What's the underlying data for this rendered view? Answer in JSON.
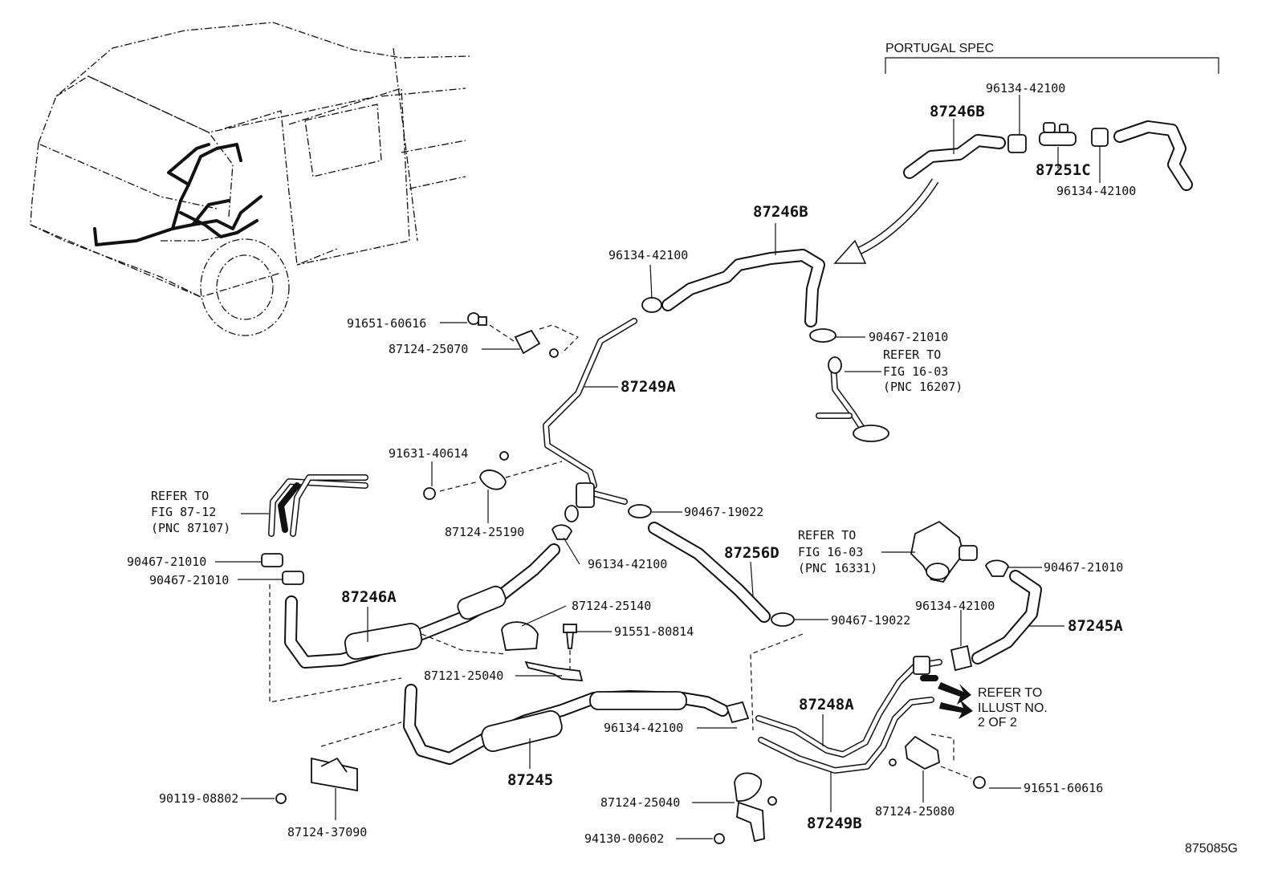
{
  "labels": {
    "portugal_spec": "PORTUGAL SPEC",
    "p_96134_a": "96134-42100",
    "p_87246B_top": "87246B",
    "p_87251C": "87251C",
    "p_96134_b": "96134-42100",
    "p_87246B_main": "87246B",
    "p_96134_c": "96134-42100",
    "p_90467_21010_a": "90467-21010",
    "refer_fig1603_a_1": "REFER TO",
    "refer_fig1603_a_2": "FIG 16-03",
    "refer_fig1603_a_3": "(PNC 16207)",
    "p_91651_a": "91651-60616",
    "p_87124_25070": "87124-25070",
    "p_87249A": "87249A",
    "p_91631": "91631-40614",
    "refer_fig8712_1": "REFER TO",
    "refer_fig8712_2": "FIG 87-12",
    "refer_fig8712_3": "(PNC 87107)",
    "p_87124_25190": "87124-25190",
    "p_90467_19022_a": "90467-19022",
    "p_96134_d": "96134-42100",
    "refer_fig1603_b_1": "REFER TO",
    "refer_fig1603_b_2": "FIG 16-03",
    "refer_fig1603_b_3": "(PNC 16331)",
    "p_87256D": "87256D",
    "p_90467_21010_b": "90467-21010",
    "p_90467_21010_c": "90467-21010",
    "p_90467_21010_d": "90467-21010",
    "p_87246A": "87246A",
    "p_87124_25140": "87124-25140",
    "p_91551": "91551-80814",
    "p_90467_19022_b": "90467-19022",
    "p_96134_e": "96134-42100",
    "p_87245A": "87245A",
    "p_87121": "87121-25040",
    "refer_illust_1": "REFER TO",
    "refer_illust_2": "ILLUST NO.",
    "refer_illust_3": "2 OF 2",
    "p_87248A": "87248A",
    "p_96134_f": "96134-42100",
    "p_87245": "87245",
    "p_90119": "90119-08802",
    "p_87124_37090": "87124-37090",
    "p_87124_25040": "87124-25040",
    "p_94130": "94130-00602",
    "p_87249B": "87249B",
    "p_87124_25080": "87124-25080",
    "p_91651_b": "91651-60616",
    "figure_code": "875085G"
  }
}
